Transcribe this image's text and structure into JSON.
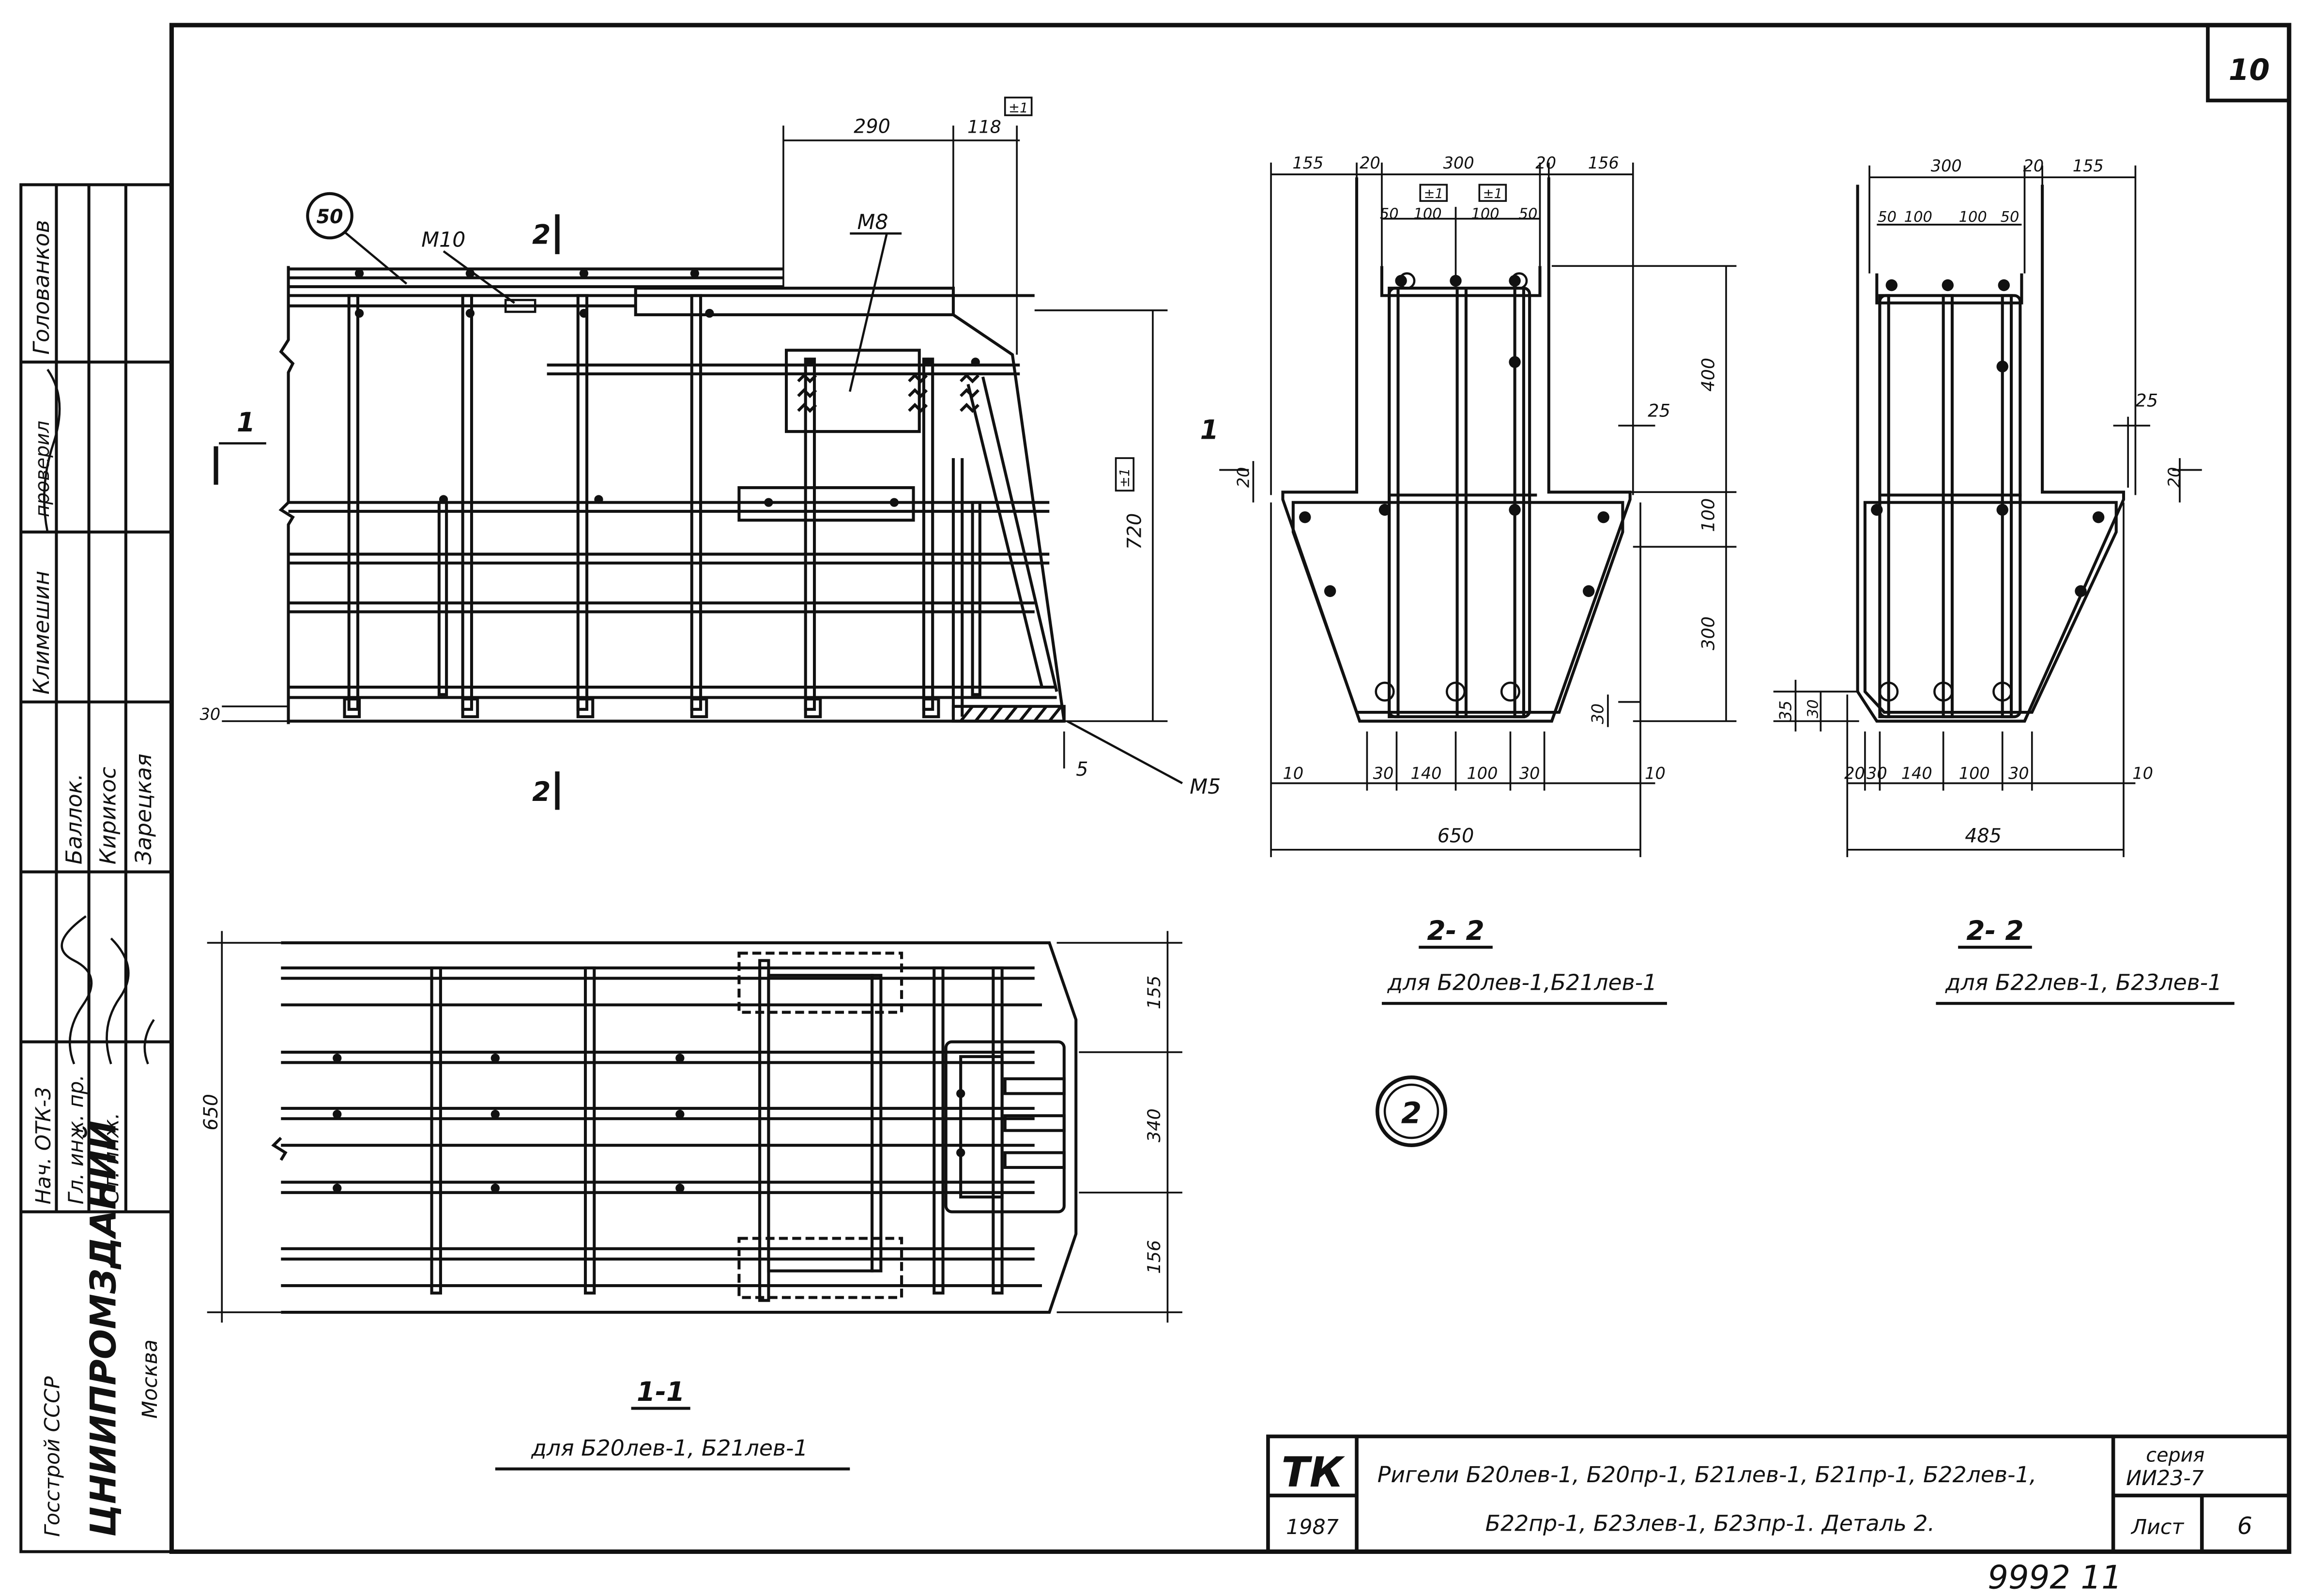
{
  "sheet": {
    "sheet_number": "10",
    "bottom_number": "9992 11"
  },
  "stamp": {
    "row1": [
      "Нач. ОТК-3",
      "",
      "Баллок."
    ],
    "rows": [
      {
        "role": "Гл. инж. пр.",
        "name": "Кирикос"
      },
      {
        "role": "Ст. инж.",
        "name": "Зарецкая"
      },
      {
        "role": "проверил",
        "name": "Климешин"
      },
      {
        "role": "",
        "name": "Голованков"
      }
    ],
    "org1": "Госстрой СССР",
    "org2": "ЦНИИПРОМЗДАНИЙ",
    "org3": "Москва"
  },
  "elevation": {
    "callout": "50",
    "labels": {
      "m10": "М10",
      "m8": "М8",
      "m5": "М5",
      "sec1": "1",
      "sec2": "2"
    },
    "dims": {
      "d290": "290",
      "d118": "118",
      "d720": "720",
      "d30": "30",
      "d5": "5"
    },
    "boxed": "±1"
  },
  "section_a": {
    "dims_top": [
      "155",
      "20",
      "300",
      "20",
      "156"
    ],
    "dims_bars": [
      "50",
      "100",
      "100",
      "50"
    ],
    "boxed": [
      "±1",
      "±1"
    ],
    "dims_right": [
      "400",
      "100",
      "300"
    ],
    "dim_25": "25",
    "dim_20": "20",
    "dim_30": "30",
    "dims_bottom": [
      "10",
      "30",
      "140",
      "100",
      "30",
      "10"
    ],
    "total": "650",
    "title": "2- 2",
    "subtitle": "для Б20лев-1,Б21лев-1"
  },
  "section_b": {
    "dims_top": [
      "300",
      "20",
      "155"
    ],
    "dims_bars": [
      "50",
      "100",
      "100",
      "50"
    ],
    "dim_25": "25",
    "dim_20": "20",
    "dims_left": [
      "35",
      "30"
    ],
    "dims_bottom": [
      "20",
      "30",
      "140",
      "100",
      "30",
      "10"
    ],
    "total": "485",
    "title": "2- 2",
    "subtitle": "для Б22лев-1, Б23лев-1"
  },
  "plan": {
    "dim_650": "650",
    "dims_right": [
      "155",
      "340",
      "156"
    ],
    "title": "1-1",
    "subtitle": "для Б20лев-1, Б21лев-1"
  },
  "detail_callout": "2",
  "titleblock": {
    "code": "ТК",
    "year": "1987",
    "line1": "Ригели Б20лев-1, Б20пр-1, Б21лев-1, Б21пр-1, Б22лев-1,",
    "line2": "Б22пр-1, Б23лев-1, Б23пр-1.   Деталь 2.",
    "series_label": "серия",
    "series_value": "ИИ23-7",
    "sheet_label": "Лист",
    "sheet_value": "6"
  }
}
